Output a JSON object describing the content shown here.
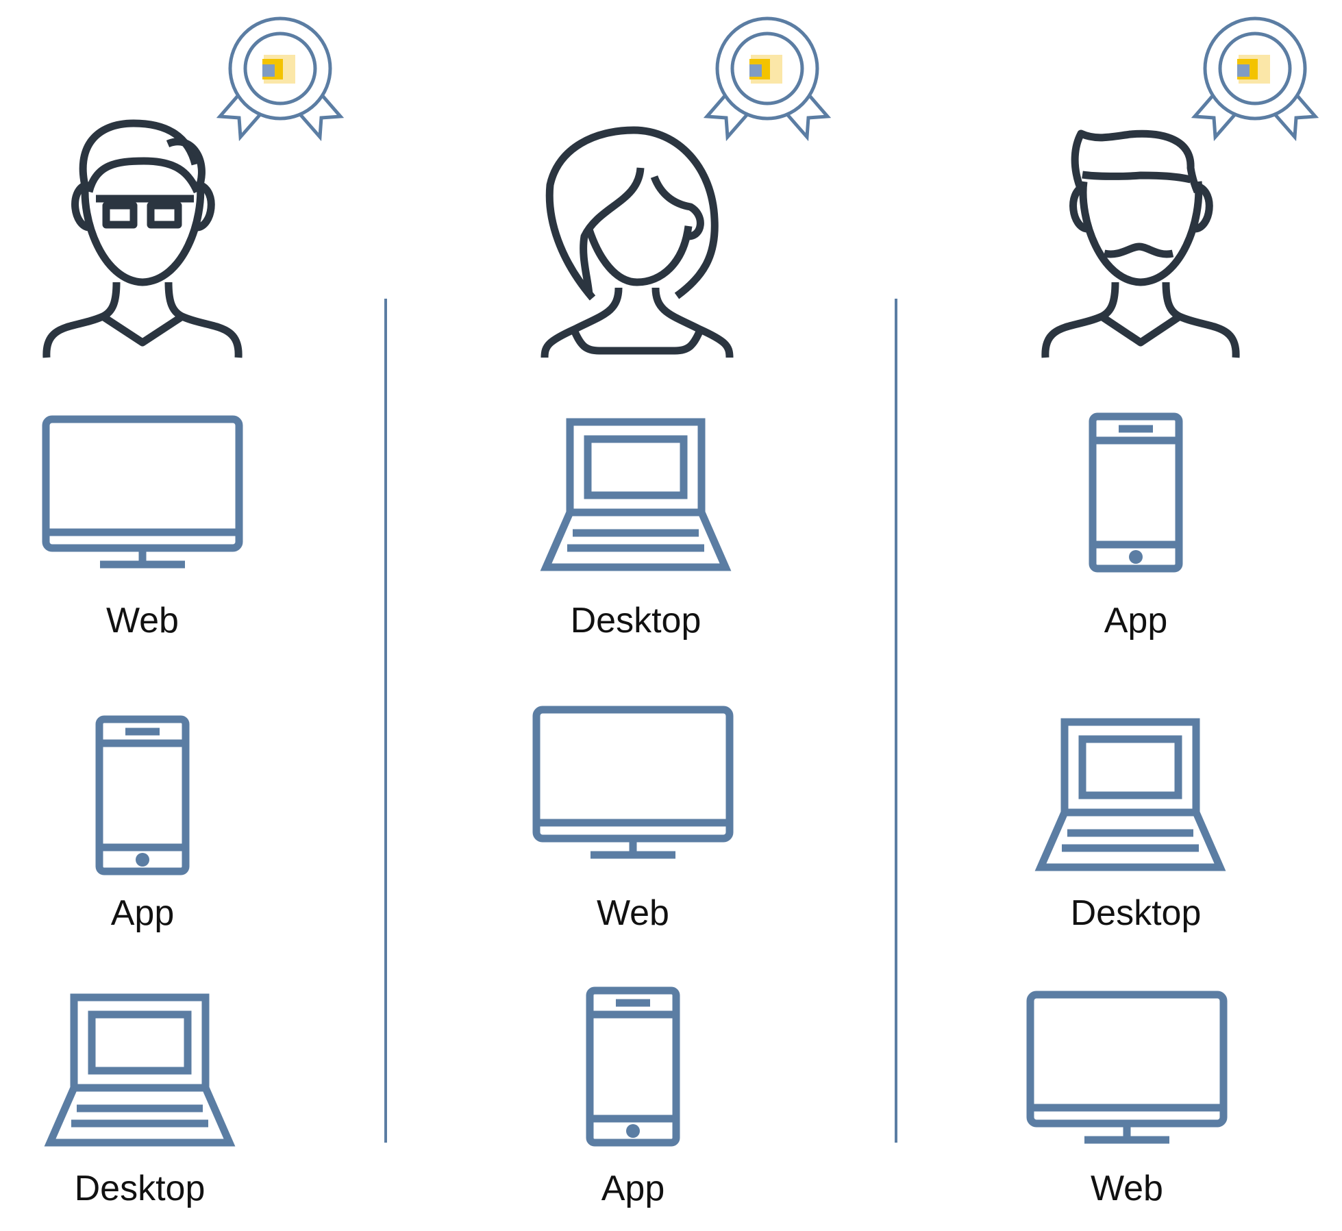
{
  "colors": {
    "device_stroke": "#5b7da3",
    "person_stroke": "#2b3540",
    "divider": "#5b7da3",
    "badge_inner_yellow": "#f3c300",
    "badge_inner_light": "#fbe7a8",
    "badge_inner_blue": "#7f9cc4",
    "label_text": "#111111"
  },
  "columns": [
    {
      "persona": "person-with-glasses",
      "persona_icon": "person-glasses-icon",
      "badge_icon": "award-badge-icon",
      "devices": [
        {
          "icon": "monitor-icon",
          "label": "Web"
        },
        {
          "icon": "smartphone-icon",
          "label": "App"
        },
        {
          "icon": "laptop-icon",
          "label": "Desktop"
        }
      ]
    },
    {
      "persona": "woman",
      "persona_icon": "person-woman-icon",
      "badge_icon": "award-badge-icon",
      "devices": [
        {
          "icon": "laptop-icon",
          "label": "Desktop"
        },
        {
          "icon": "monitor-icon",
          "label": "Web"
        },
        {
          "icon": "smartphone-icon",
          "label": "App"
        }
      ]
    },
    {
      "persona": "man-with-mustache",
      "persona_icon": "person-mustache-icon",
      "badge_icon": "award-badge-icon",
      "devices": [
        {
          "icon": "smartphone-icon",
          "label": "App"
        },
        {
          "icon": "laptop-icon",
          "label": "Desktop"
        },
        {
          "icon": "monitor-icon",
          "label": "Web"
        }
      ]
    }
  ]
}
